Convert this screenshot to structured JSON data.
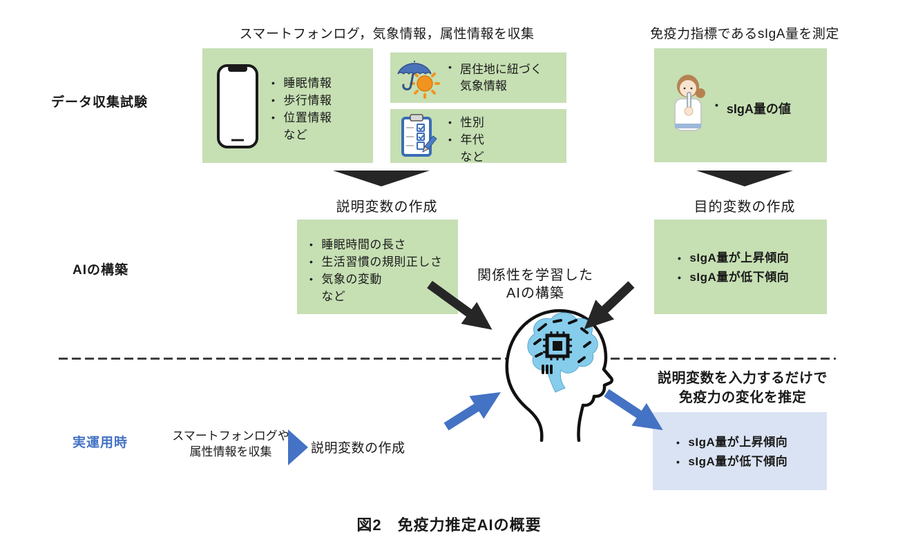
{
  "colors": {
    "box_green": "#c6dfb3",
    "box_blue": "#dae3f3",
    "accent_blue": "#4472c4",
    "arrow_black": "#262626",
    "brain_blue": "#86cdec",
    "dash_gray": "#3f3f3f"
  },
  "top": {
    "left_header": "スマートフォンログ，気象情報，属性情報を収集",
    "right_header": "免疫力指標であるsIgA量を測定",
    "row_label": "データ収集試験",
    "phone_box": {
      "items": [
        "睡眠情報",
        "歩行情報",
        "位置情報",
        "など"
      ]
    },
    "weather_box": {
      "line1": "居住地に紐づく",
      "line2": "気象情報"
    },
    "attr_box": {
      "items": [
        "性別",
        "年代",
        "など"
      ]
    },
    "siga_box": {
      "item": "sIgA量の値"
    }
  },
  "middle": {
    "row_label": "AIの構築",
    "left_step_label": "説明変数の作成",
    "right_step_label": "目的変数の作成",
    "features_box": {
      "items": [
        "睡眠時間の長さ",
        "生活習慣の規則正しさ",
        "気象の変動",
        "など"
      ]
    },
    "center_label_line1": "関係性を学習した",
    "center_label_line2": "AIの構築",
    "target_box": {
      "items": [
        "sIgA量が上昇傾向",
        "sIgA量が低下傾向"
      ]
    }
  },
  "bottom": {
    "row_label": "実運用時",
    "collect_line1": "スマートフォンログや",
    "collect_line2": "属性情報を収集",
    "step_label": "説明変数の作成",
    "result_header_line1": "説明変数を入力するだけで",
    "result_header_line2": "免疫力の変化を推定",
    "result_box": {
      "items": [
        "sIgA量が上昇傾向",
        "sIgA量が低下傾向"
      ]
    }
  },
  "caption": "図2　免疫力推定AIの概要"
}
